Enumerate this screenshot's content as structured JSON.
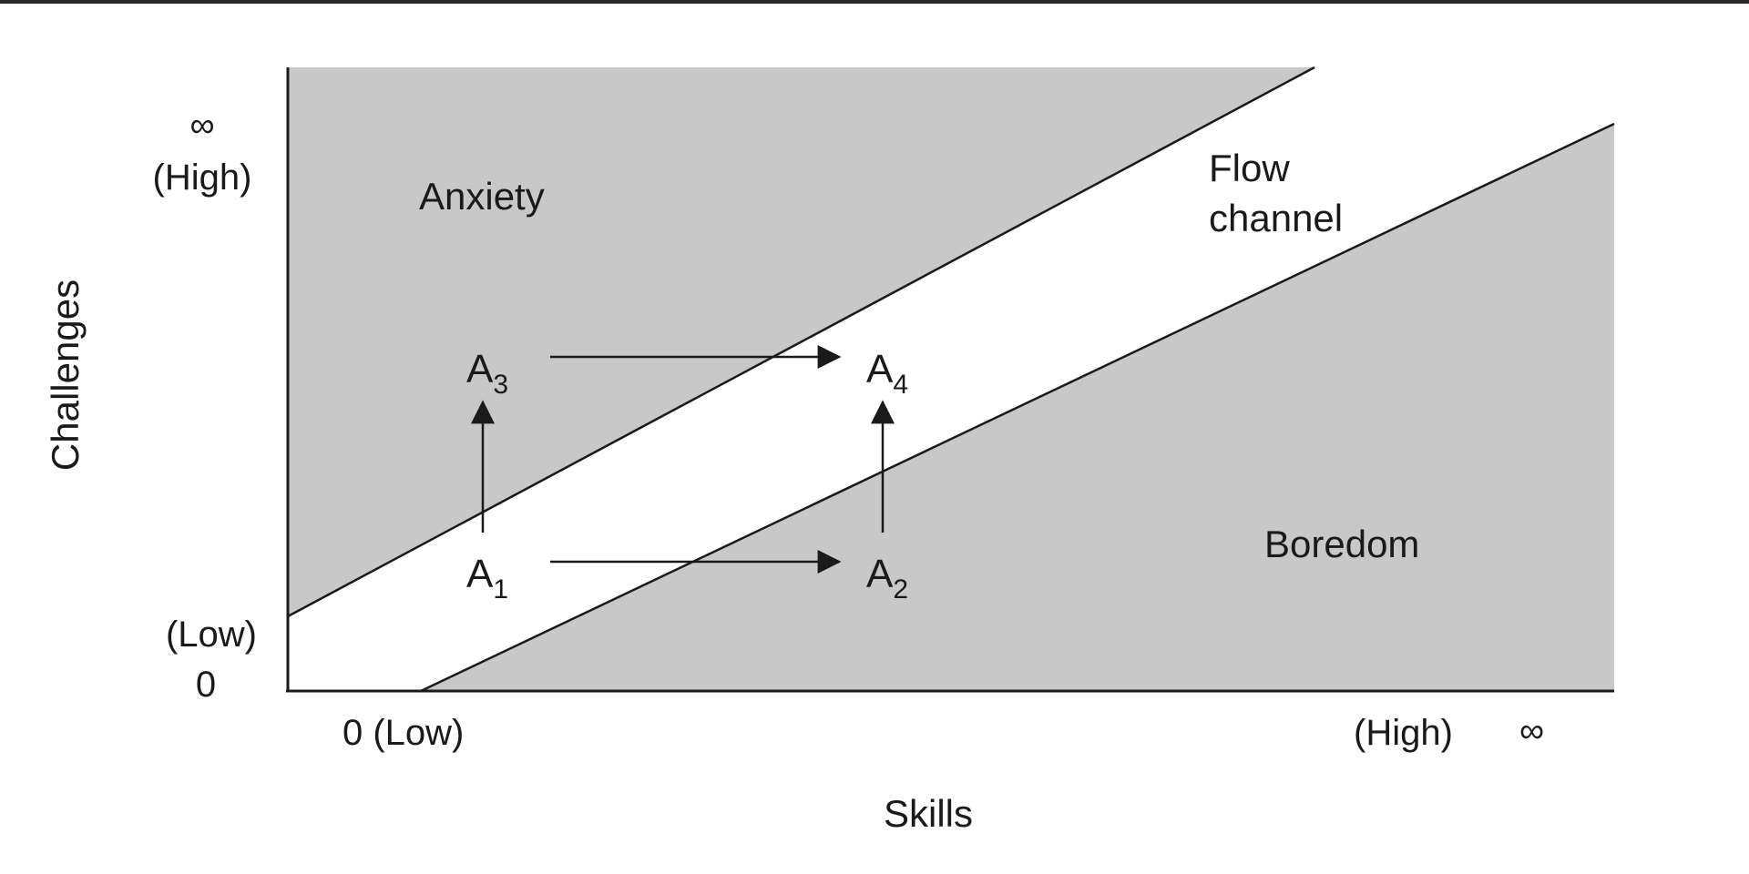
{
  "diagram": {
    "axes": {
      "x_label": "Skills",
      "y_label": "Challenges",
      "x_low": "0 (Low)",
      "x_high": "(High)",
      "x_infinity": "∞",
      "y_high": "(High)",
      "y_infinity": "∞",
      "y_low": "(Low)",
      "y_zero": "0"
    },
    "regions": {
      "anxiety": "Anxiety",
      "flow_line1": "Flow",
      "flow_line2": "channel",
      "boredom": "Boredom"
    },
    "points": {
      "a1": {
        "letter": "A",
        "sub": "1"
      },
      "a2": {
        "letter": "A",
        "sub": "2"
      },
      "a3": {
        "letter": "A",
        "sub": "3"
      },
      "a4": {
        "letter": "A",
        "sub": "4"
      }
    },
    "colors": {
      "region_fill": "#c8c8c8",
      "channel_fill": "#ffffff",
      "line": "#1a1a1a",
      "text": "#1a1a1a"
    }
  }
}
